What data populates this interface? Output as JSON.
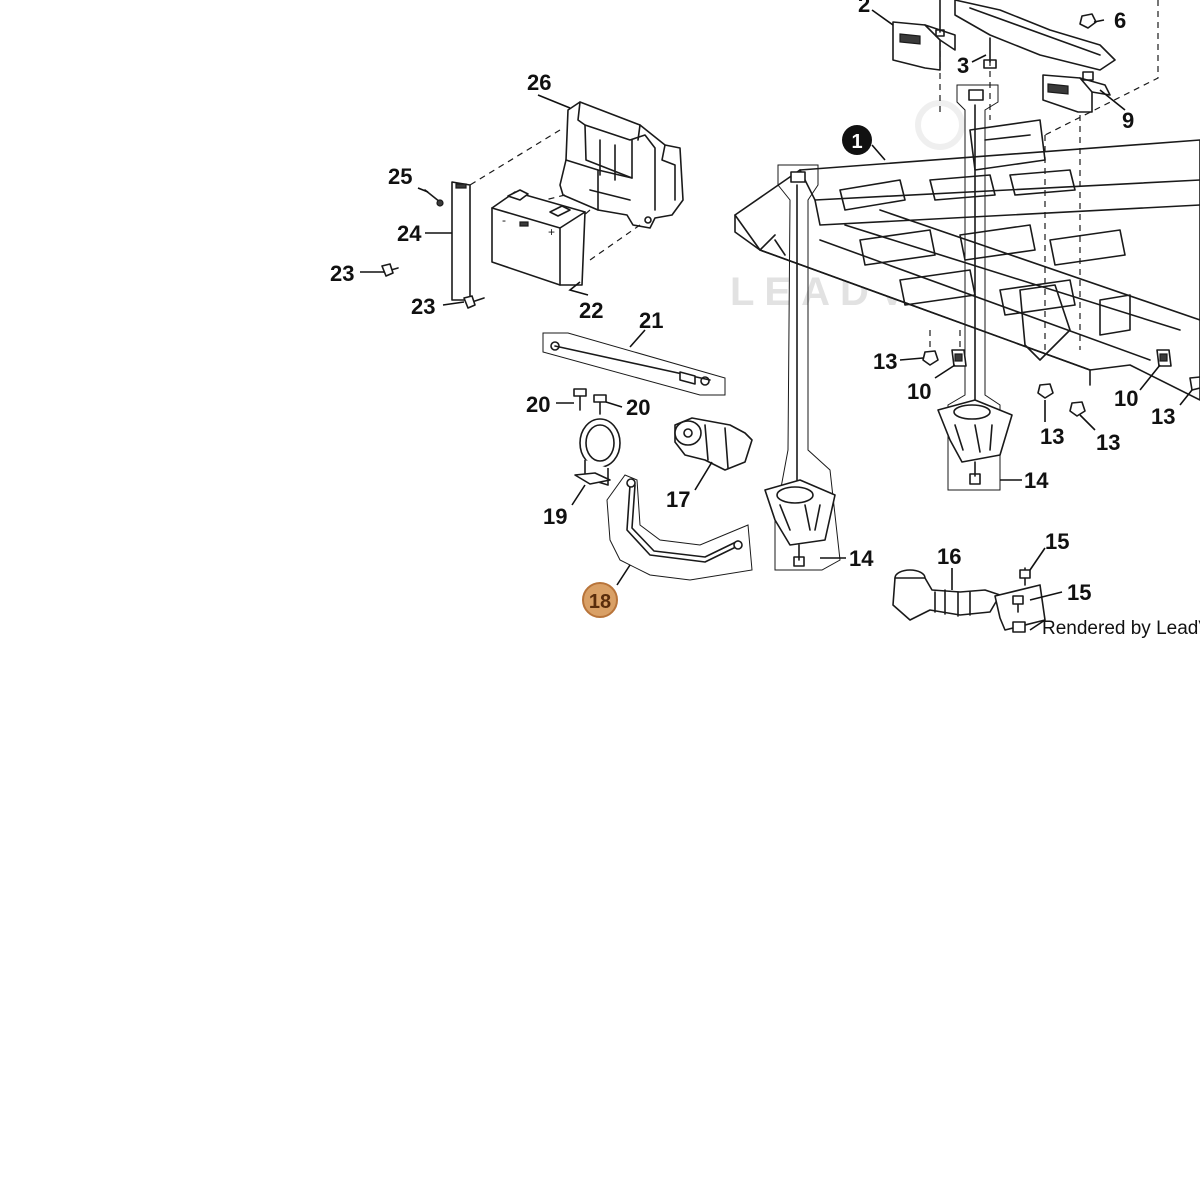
{
  "diagram": {
    "watermark_text": "LEADV",
    "rendered_by": "Rendered by LeadV",
    "highlight_color": "#d9a066",
    "highlight_stroke": "#b8743a",
    "callouts": {
      "c1": "1",
      "c2": "2",
      "c3": "3",
      "c6": "6",
      "c9": "9",
      "c10a": "10",
      "c10b": "10",
      "c13a": "13",
      "c13b": "13",
      "c13c": "13",
      "c13d": "13",
      "c14a": "14",
      "c14b": "14",
      "c15a": "15",
      "c15b": "15",
      "c16": "16",
      "c17": "17",
      "c18": "18",
      "c19": "19",
      "c20a": "20",
      "c20b": "20",
      "c21": "21",
      "c22": "22",
      "c23a": "23",
      "c23b": "23",
      "c24": "24",
      "c25": "25",
      "c26": "26"
    }
  }
}
